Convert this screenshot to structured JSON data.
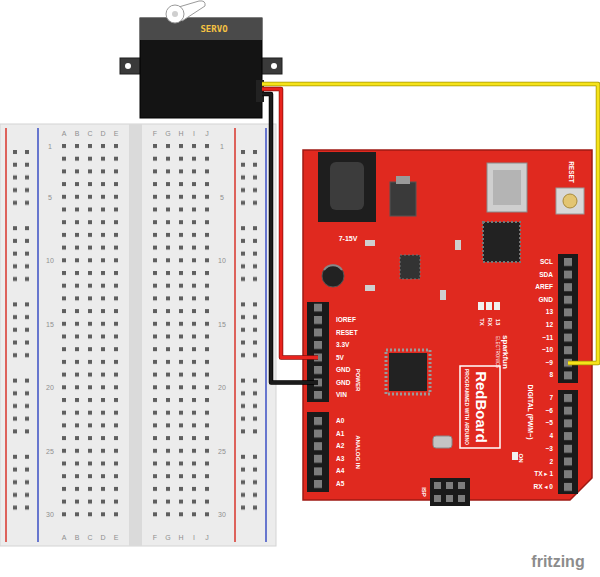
{
  "diagram": {
    "nodes": [
      {
        "text": [
          "SERVO"
        ]
      },
      {
        "text": [
          "RedBoard",
          "PROGRAMMED WITH ARDUINO"
        ]
      }
    ],
    "edges": [
      {
        "from": 0,
        "to": 1,
        "arrow": "none"
      },
      {
        "from": 0,
        "to": 1,
        "arrow": "none"
      },
      {
        "from": 0,
        "to": 1,
        "arrow": "none"
      }
    ],
    "labels": [
      "A",
      "B",
      "C",
      "D",
      "E",
      "F",
      "G",
      "H",
      "I",
      "J",
      "A",
      "B",
      "C",
      "D",
      "E",
      "F",
      "G",
      "H",
      "I",
      "J",
      "1",
      "5",
      "10",
      "15",
      "20",
      "25",
      "30",
      "1",
      "5",
      "10",
      "15",
      "20",
      "25",
      "30",
      "7-15V",
      "RESET",
      "SCL",
      "SDA",
      "AREF",
      "GND",
      "13",
      "12",
      "~11",
      "~10",
      "~9",
      "8",
      "7",
      "~6",
      "~5",
      "4",
      "~3",
      "2",
      "TX ▸ 1",
      "RX ◂ 0",
      "IOREF",
      "RESET",
      "3.3V",
      "5V",
      "GND",
      "GND",
      "VIN",
      "POWER",
      "A0",
      "A1",
      "A2",
      "A3",
      "A4",
      "A5",
      "ANALOG IN",
      "DIGITAL (PWM~)",
      "sparkfun",
      "ELECTRONICS",
      "TX",
      "RX",
      "13",
      "ISP",
      "ON",
      "fritzing"
    ]
  }
}
